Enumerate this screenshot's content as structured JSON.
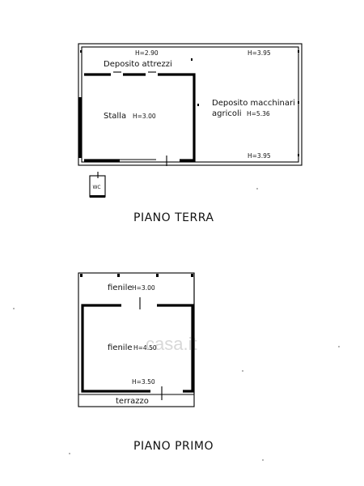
{
  "watermark": "casa.it",
  "ground_floor": {
    "title": "PIANO TERRA",
    "rooms": {
      "deposito_attrezzi": "Deposito attrezzi",
      "stalla": "Stalla",
      "deposito_macchinari_line1": "Deposito macchinari",
      "deposito_macchinari_line2": "agricoli",
      "wc": "WC"
    },
    "heights": {
      "h1": "H=2.90",
      "h2": "H=3.95",
      "h3": "H=3.00",
      "h4": "H=5.36",
      "h5": "H=3.95"
    }
  },
  "first_floor": {
    "title": "PIANO PRIMO",
    "rooms": {
      "fienile_top": "fienile",
      "fienile_main": "fienile",
      "terrazzo": "terrazzo"
    },
    "heights": {
      "h1": "H=3.00",
      "h2": "H=4.50",
      "h3": "H=3.50"
    }
  }
}
